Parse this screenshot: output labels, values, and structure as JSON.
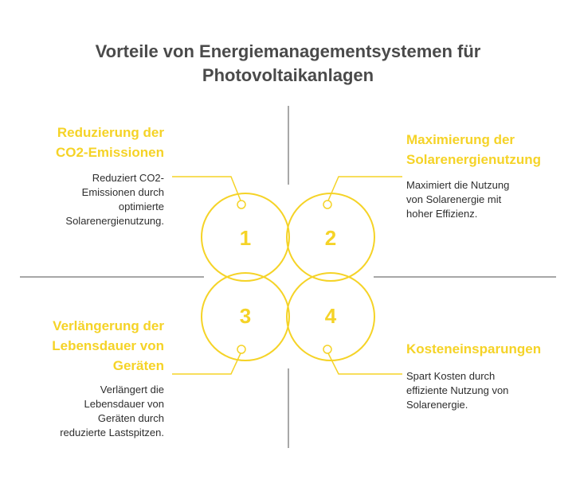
{
  "title": {
    "line1": "Vorteile von Energiemanagementsystemen für",
    "line2": "Photovoltaikanlagen"
  },
  "colors": {
    "accent": "#f5d327",
    "title": "#4a4a4a",
    "text": "#2e2e2e",
    "divider": "#8a8a8a",
    "number": "#f5d327"
  },
  "items": [
    {
      "number": "1",
      "heading": [
        "Reduzierung der",
        "CO2-Emissionen"
      ],
      "description": [
        "Reduziert CO2-",
        "Emissionen durch",
        "optimierte",
        "Solarenergienutzung."
      ]
    },
    {
      "number": "2",
      "heading": [
        "Maximierung der",
        "Solarenergienutzung"
      ],
      "description": [
        "Maximiert die Nutzung",
        "von Solarenergie mit",
        "hoher Effizienz."
      ]
    },
    {
      "number": "3",
      "heading": [
        "Verlängerung der",
        "Lebensdauer von",
        "Geräten"
      ],
      "description": [
        "Verlängert die",
        "Lebensdauer von",
        "Geräten durch",
        "reduzierte Lastspitzen."
      ]
    },
    {
      "number": "4",
      "heading": [
        "Kosteneinsparungen"
      ],
      "description": [
        "Spart Kosten durch",
        "effiziente Nutzung von",
        "Solarenergie."
      ]
    }
  ]
}
